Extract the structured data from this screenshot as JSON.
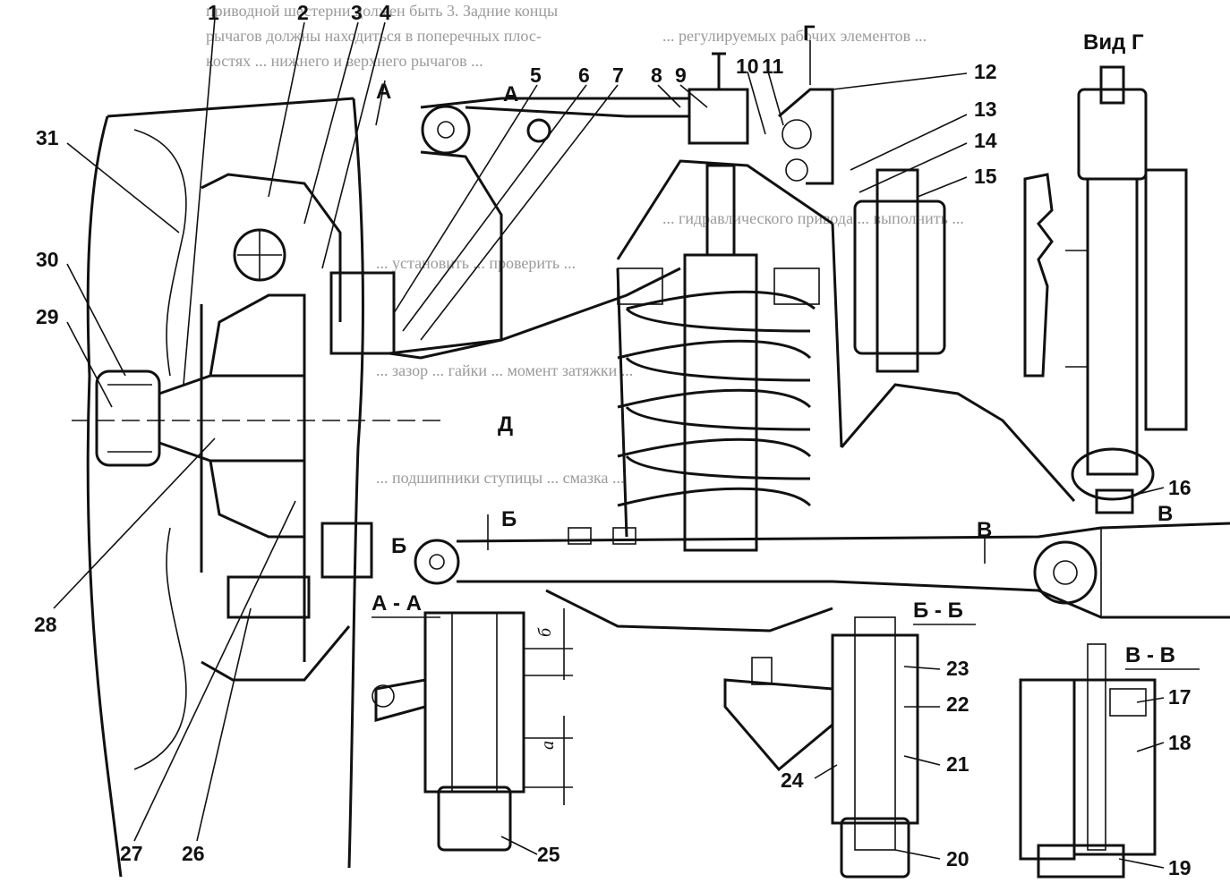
{
  "callouts": [
    "1",
    "2",
    "3",
    "4",
    "5",
    "6",
    "7",
    "8",
    "9",
    "10",
    "11",
    "12",
    "13",
    "14",
    "15",
    "16",
    "17",
    "18",
    "19",
    "20",
    "21",
    "22",
    "23",
    "24",
    "25",
    "26",
    "27",
    "28",
    "29",
    "30",
    "31"
  ],
  "section_marks": {
    "a_top": "А",
    "a_near": "А",
    "g_arrow": "Г",
    "d_mark": "Д",
    "b_mark": "Б",
    "b_arrow": "Б",
    "v_arrow": "В",
    "v_right": "В"
  },
  "section_titles": {
    "view_g": "Вид Г",
    "aa": "А - А",
    "bb": "Б - Б",
    "vv": "В - В"
  },
  "dimensions": {
    "b": "б",
    "a": "а"
  },
  "background_text": [
    "приводной шестерни должен быть 3. Задние концы",
    "рычагов должны находиться в поперечных плос-",
    "костях ... нижнего и верхнего рычагов ...",
    "... регулируемых рабочих элементов ...",
    "... гидравлического привода ... выполнить ...",
    "... установить ... проверить ...",
    "... зазор ... гайки ... момент затяжки ...",
    "... подшипники ступицы ... смазка ..."
  ]
}
